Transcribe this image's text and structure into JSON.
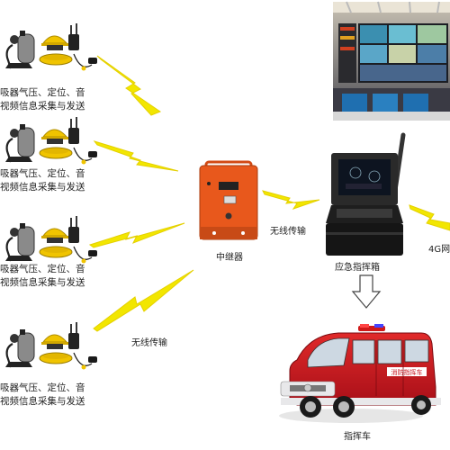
{
  "groups": [
    {
      "line1": "吸器气压、定位、音",
      "line2": "视频信息采集与发送"
    },
    {
      "line1": "吸器气压、定位、音",
      "line2": "视频信息采集与发送"
    },
    {
      "line1": "吸器气压、定位、音",
      "line2": "视频信息采集与发送"
    },
    {
      "line1": "吸器气压、定位、音",
      "line2": "视频信息采集与发送"
    }
  ],
  "repeater": {
    "label": "中继器"
  },
  "links": {
    "wireless_upper": "无线传输",
    "wireless_lower": "无线传输",
    "network_4g": "4G网"
  },
  "command_box": {
    "label": "应急指挥箱"
  },
  "vehicle": {
    "label": "指挥车",
    "side_text": "消防指挥车"
  },
  "colors": {
    "bolt": "#f2e600",
    "repeater": "#e8581c",
    "helmet": "#f0c400",
    "vehicle": "#c8141e"
  }
}
